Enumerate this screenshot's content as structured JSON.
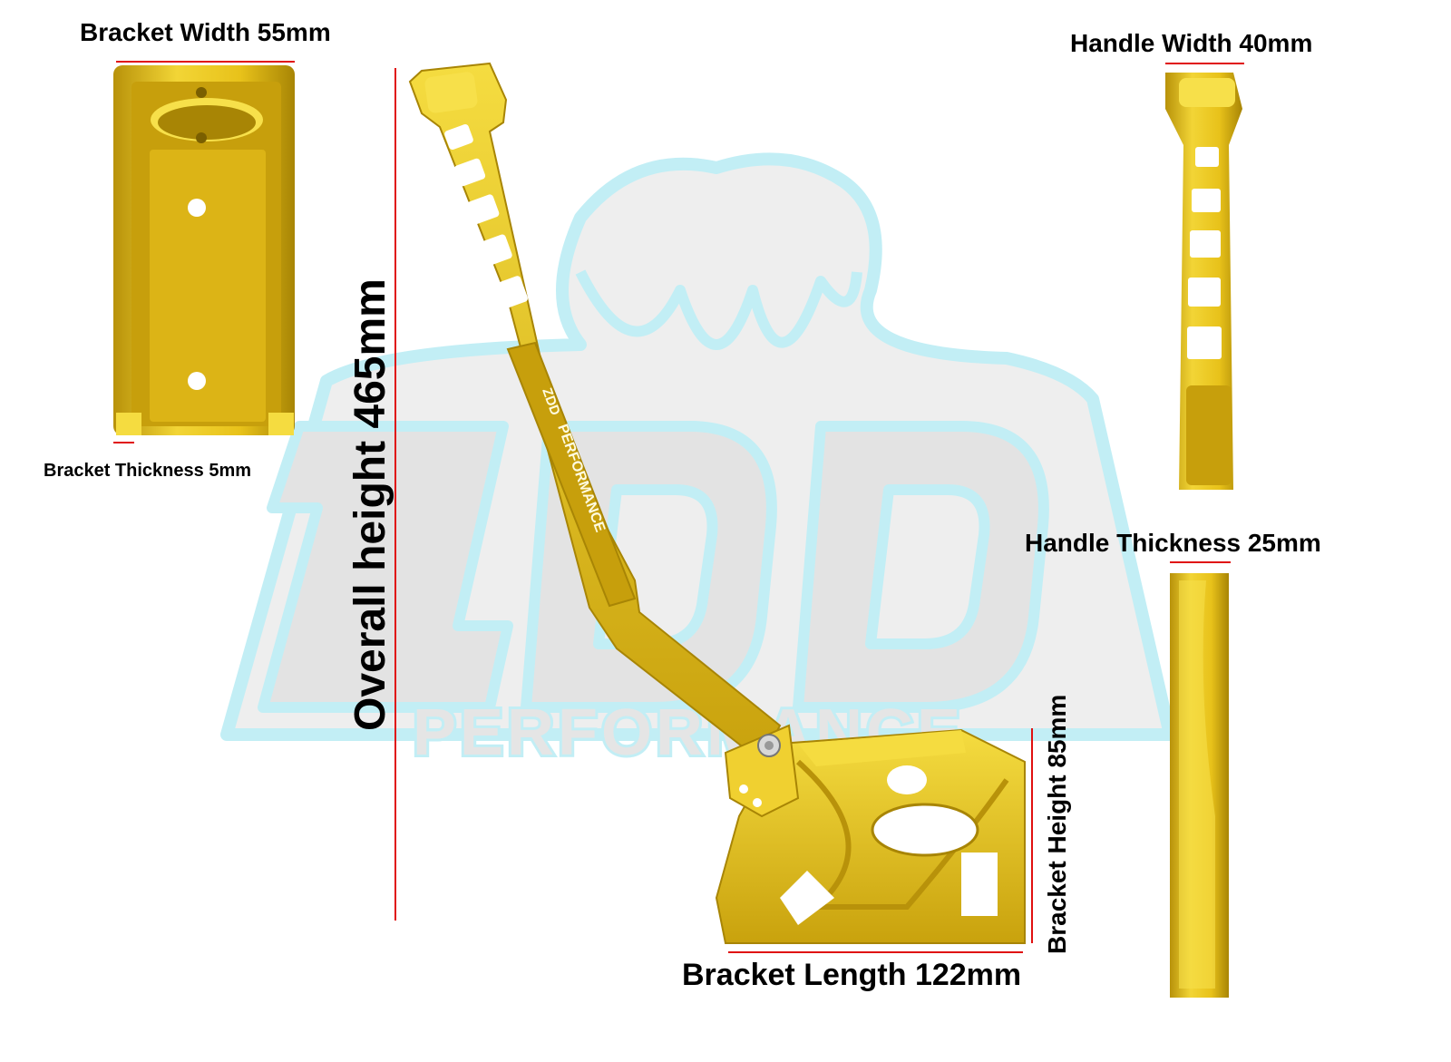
{
  "labels": {
    "bracket_width": "Bracket Width 55mm",
    "bracket_thickness": "Bracket Thickness 5mm",
    "overall_height": "Overall height 465mm",
    "handle_width": "Handle Width 40mm",
    "handle_thickness": "Handle Thickness 25mm",
    "bracket_height": "Bracket Height 85mm",
    "bracket_length": "Bracket Length 122mm"
  },
  "watermark": {
    "brand": "PERFORMANCE",
    "logo_name": "zdd-performance-logo",
    "logo_letters": "ZDD"
  },
  "handle_engraving": {
    "brand": "PERFORMANCE",
    "logo_letters": "ZDD"
  },
  "colors": {
    "anodized_gold": "#e8c21a",
    "gold_shadow": "#b8920a",
    "gold_highlight": "#f7e04a",
    "dimension_line": "#e01010",
    "watermark_fill": "#e2e2e2",
    "watermark_outline": "#bfeef5"
  },
  "icons": {
    "logo": "zdd-fang-logo"
  }
}
